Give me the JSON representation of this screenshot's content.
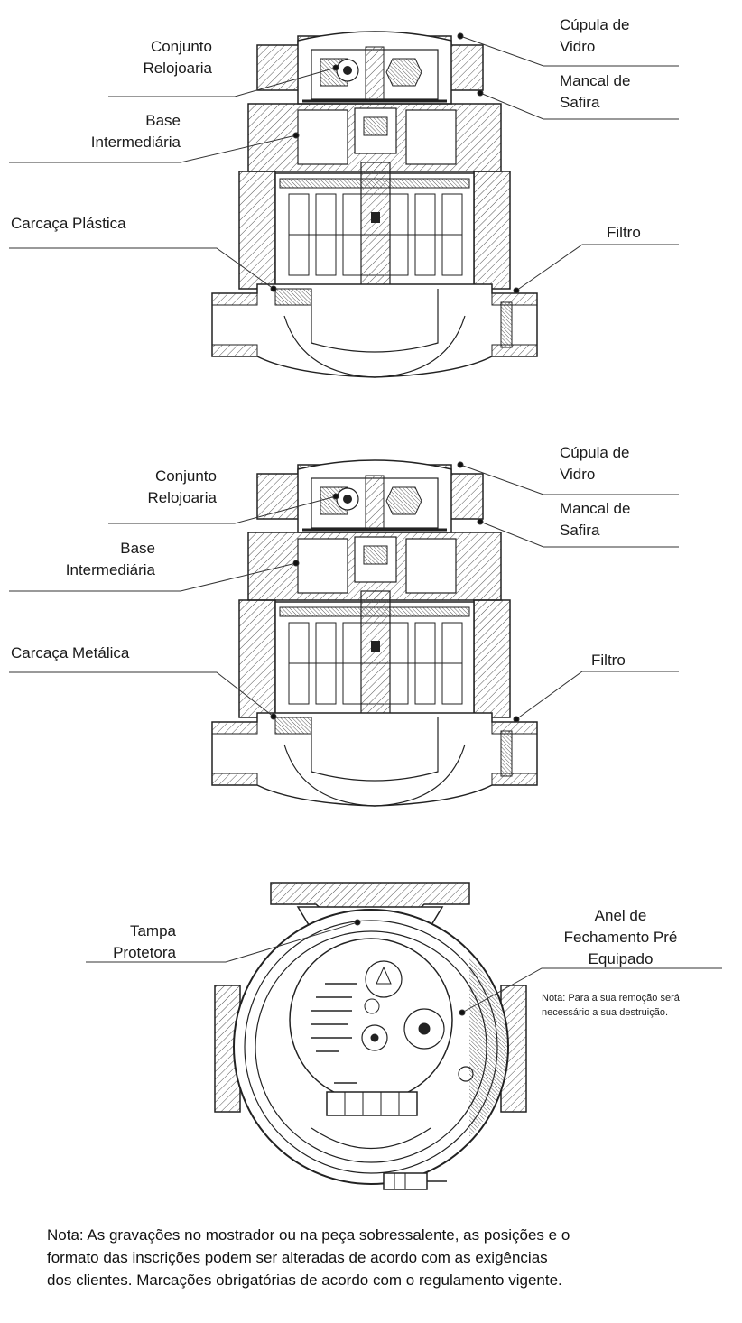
{
  "diagram1": {
    "labels": {
      "conjunto": [
        "Conjunto",
        "Relojoaria"
      ],
      "base": [
        "Base",
        "Intermediária"
      ],
      "carcaca": "Carcaça Plástica",
      "cupula": [
        "Cúpula de",
        "Vidro"
      ],
      "mancal": [
        "Mancal de",
        "Safira"
      ],
      "filtro": "Filtro"
    }
  },
  "diagram2": {
    "labels": {
      "conjunto": [
        "Conjunto",
        "Relojoaria"
      ],
      "base": [
        "Base",
        "Intermediária"
      ],
      "carcaca": "Carcaça Metálica",
      "cupula": [
        "Cúpula de",
        "Vidro"
      ],
      "mancal": [
        "Mancal de",
        "Safira"
      ],
      "filtro": "Filtro"
    }
  },
  "diagram3": {
    "labels": {
      "tampa": [
        "Tampa",
        "Protetora"
      ],
      "anel": [
        "Anel de",
        "Fechamento Pré",
        "Equipado"
      ],
      "nota_remocao": [
        "Nota: Para a sua remoção será",
        "necessário a sua destruição."
      ]
    }
  },
  "footer_note": [
    "Nota: As gravações no mostrador ou na peça sobressalente, as posições e o",
    "formato das inscrições podem ser alteradas de acordo com as exigências",
    "dos clientes. Marcações obrigatórias de acordo com o regulamento vigente."
  ]
}
